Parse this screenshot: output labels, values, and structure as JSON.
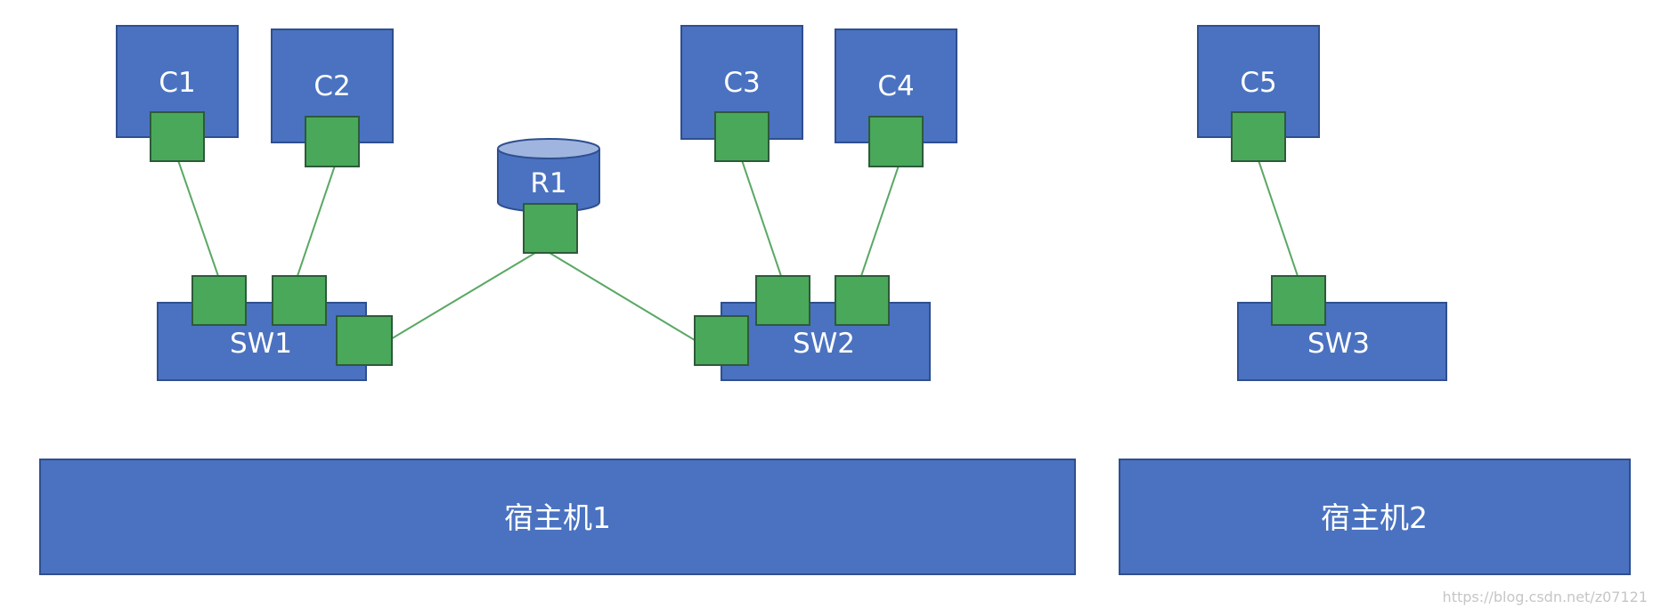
{
  "nodes": {
    "c1": "C1",
    "c2": "C2",
    "c3": "C3",
    "c4": "C4",
    "c5": "C5",
    "r1": "R1",
    "sw1": "SW1",
    "sw2": "SW2",
    "sw3": "SW3",
    "host1": "宿主机1",
    "host2": "宿主机2"
  },
  "watermark": "https://blog.csdn.net/z07121",
  "colors": {
    "node": "#4a72c0",
    "port": "#4aa85a",
    "link": "#5aa864"
  }
}
